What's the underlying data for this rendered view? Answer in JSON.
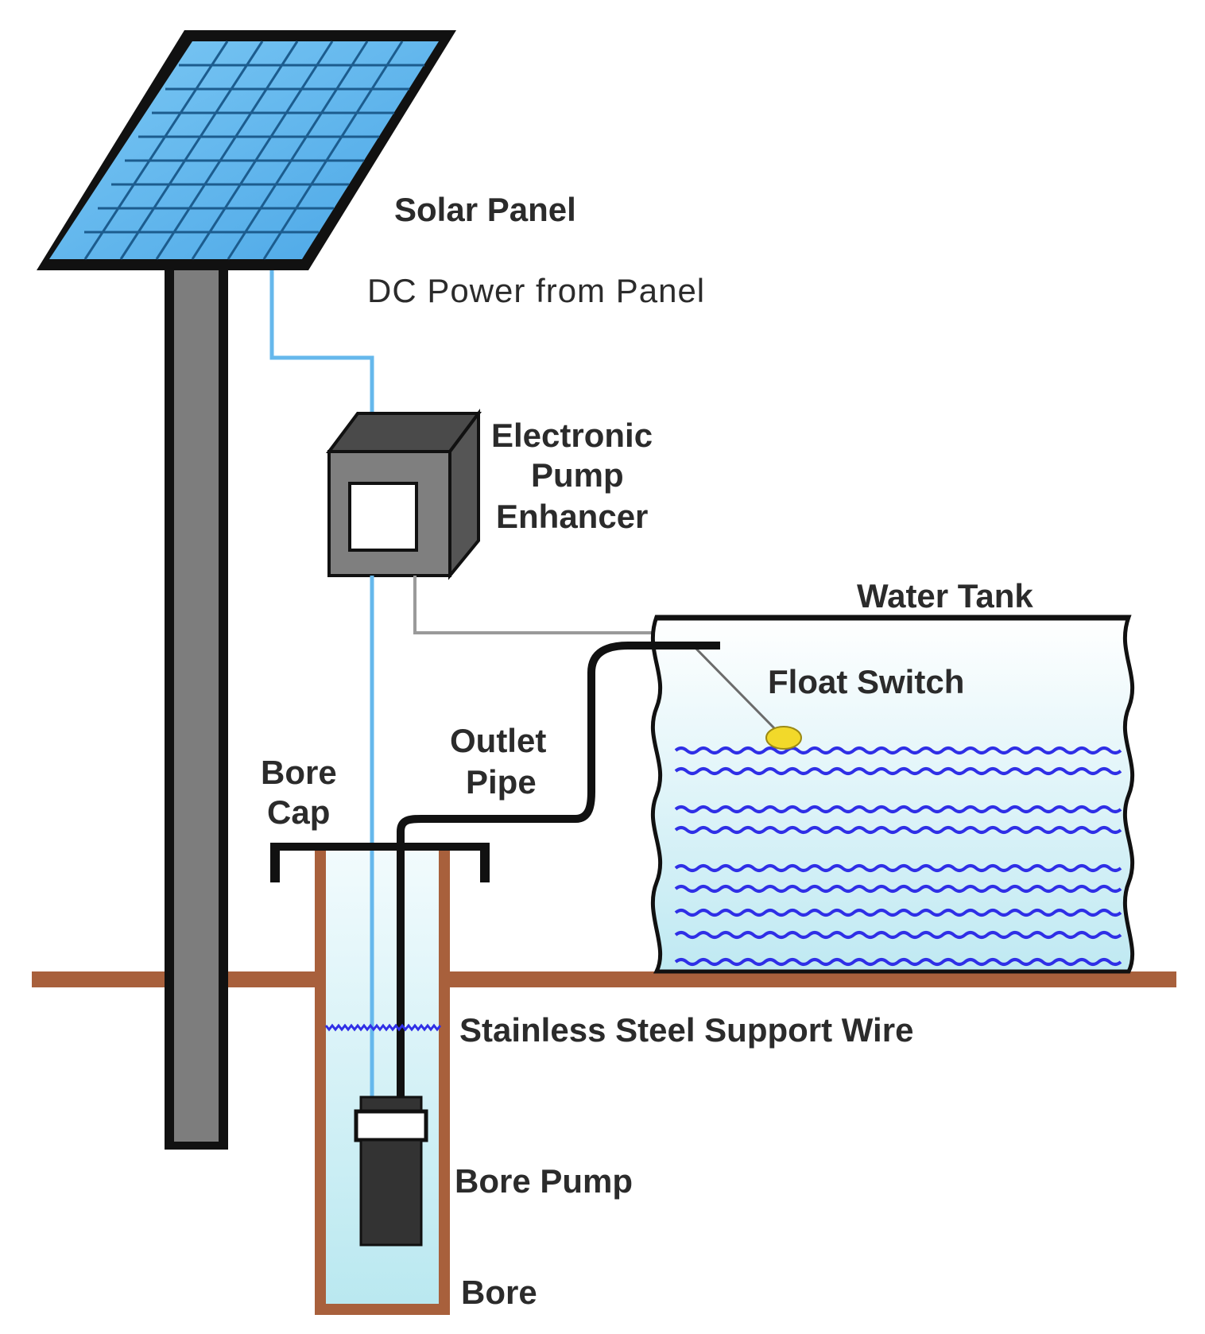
{
  "labels": {
    "solar_panel": "Solar Panel",
    "dc_power": "DC Power from Panel",
    "enhancer_line1": "Electronic",
    "enhancer_line2": "Pump",
    "enhancer_line3": "Enhancer",
    "water_tank": "Water Tank",
    "float_switch": "Float Switch",
    "outlet_line1": "Outlet",
    "outlet_line2": "Pipe",
    "bore_cap_line1": "Bore",
    "bore_cap_line2": "Cap",
    "support_wire": "Stainless Steel Support Wire",
    "bore_pump": "Bore Pump",
    "bore": "Bore"
  },
  "colors": {
    "panel_cell": "#5ab4ee",
    "panel_frame": "#111111",
    "pole": "#7d7d7d",
    "dc_wire": "#66b8ec",
    "ground": "#a8603c",
    "water_fill": "#dff4f8",
    "wave": "#2f2fe6",
    "float": "#f2d92a",
    "enclosure": "#7f7f7f"
  }
}
